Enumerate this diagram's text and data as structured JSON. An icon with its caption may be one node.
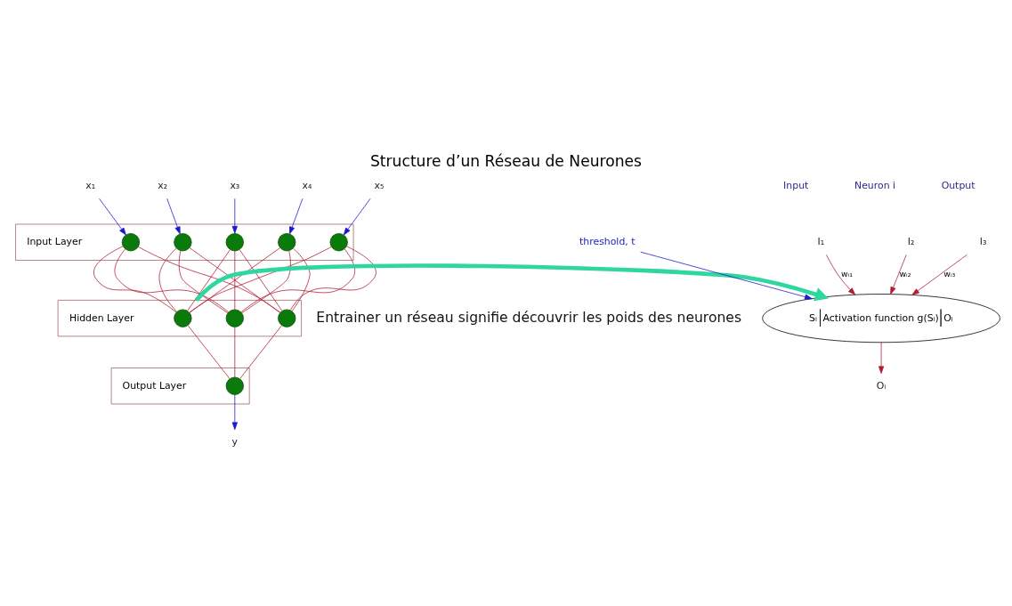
{
  "diagram": {
    "title": "Structure d’un Réseau de Neurones",
    "nodes": [
      {
        "text": [
          "Input Layer"
        ]
      },
      {
        "text": [],
        "shape": "circle",
        "in": 0
      },
      {
        "text": [],
        "shape": "circle",
        "in": 0
      },
      {
        "text": [],
        "shape": "circle",
        "in": 0
      },
      {
        "text": [],
        "shape": "circle",
        "in": 0
      },
      {
        "text": [],
        "shape": "circle",
        "in": 0
      },
      {
        "text": [
          "Hidden Layer"
        ]
      },
      {
        "text": [],
        "shape": "circle",
        "in": 6
      },
      {
        "text": [],
        "shape": "circle",
        "in": 6
      },
      {
        "text": [],
        "shape": "circle",
        "in": 6
      },
      {
        "text": [
          "Output Layer"
        ]
      },
      {
        "text": [],
        "shape": "circle",
        "in": 10
      },
      {
        "text": [
          "x₁"
        ]
      },
      {
        "text": [
          "x₂"
        ]
      },
      {
        "text": [
          "x₃"
        ]
      },
      {
        "text": [
          "x₄"
        ]
      },
      {
        "text": [
          "x₅"
        ]
      },
      {
        "text": [
          "y"
        ]
      },
      {
        "text": [
          "I₁"
        ]
      },
      {
        "text": [
          "I₂"
        ]
      },
      {
        "text": [
          "I₃"
        ]
      },
      {
        "text": [
          "Sᵢ",
          "Activation function g(Sᵢ)",
          "Oᵢ"
        ]
      },
      {
        "text": [
          "Oᵢ"
        ]
      },
      {
        "text": [
          "threshold, t"
        ]
      }
    ],
    "edges": [
      {
        "from": 12,
        "to": 1,
        "arrow": "to",
        "color": "#1a1acc"
      },
      {
        "from": 13,
        "to": 2,
        "arrow": "to",
        "color": "#1a1acc"
      },
      {
        "from": 14,
        "to": 3,
        "arrow": "to",
        "color": "#1a1acc"
      },
      {
        "from": 15,
        "to": 4,
        "arrow": "to",
        "color": "#1a1acc"
      },
      {
        "from": 16,
        "to": 5,
        "arrow": "to",
        "color": "#1a1acc"
      },
      {
        "from": 1,
        "to": 7,
        "arrow": "none"
      },
      {
        "from": 1,
        "to": 8,
        "arrow": "none"
      },
      {
        "from": 1,
        "to": 9,
        "arrow": "none"
      },
      {
        "from": 2,
        "to": 7,
        "arrow": "none"
      },
      {
        "from": 2,
        "to": 8,
        "arrow": "none"
      },
      {
        "from": 2,
        "to": 9,
        "arrow": "none"
      },
      {
        "from": 3,
        "to": 7,
        "arrow": "none"
      },
      {
        "from": 3,
        "to": 8,
        "arrow": "none"
      },
      {
        "from": 3,
        "to": 9,
        "arrow": "none"
      },
      {
        "from": 4,
        "to": 7,
        "arrow": "none"
      },
      {
        "from": 4,
        "to": 8,
        "arrow": "none"
      },
      {
        "from": 4,
        "to": 9,
        "arrow": "none"
      },
      {
        "from": 5,
        "to": 7,
        "arrow": "none"
      },
      {
        "from": 5,
        "to": 8,
        "arrow": "none"
      },
      {
        "from": 5,
        "to": 9,
        "arrow": "none"
      },
      {
        "from": 7,
        "to": 11,
        "arrow": "none"
      },
      {
        "from": 8,
        "to": 11,
        "arrow": "none"
      },
      {
        "from": 9,
        "to": 11,
        "arrow": "none"
      },
      {
        "from": 11,
        "to": 17,
        "arrow": "to",
        "color": "#1a1acc"
      },
      {
        "from": 18,
        "to": 21,
        "arrow": "to",
        "label": "wᵢ₁"
      },
      {
        "from": 19,
        "to": 21,
        "arrow": "to",
        "label": "wᵢ₂"
      },
      {
        "from": 20,
        "to": 21,
        "arrow": "to",
        "label": "wᵢ₃"
      },
      {
        "from": 21,
        "to": 22,
        "arrow": "to"
      },
      {
        "from": 23,
        "to": 21,
        "arrow": "to",
        "color": "#1a1acc"
      },
      {
        "from": 6,
        "to": 21,
        "arrow": "to",
        "style": "thick",
        "color": "#2fd6a0"
      }
    ],
    "labels": [
      "Input",
      "Neuron i",
      "Output",
      "Entrainer un réseau signifie découvrir les poids des neurones"
    ]
  }
}
